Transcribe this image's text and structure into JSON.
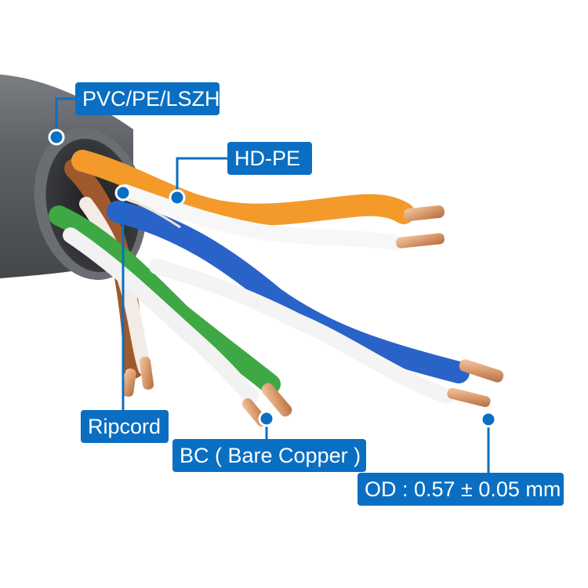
{
  "labels": {
    "jacket": "PVC/PE/LSZH",
    "insulation": "HD-PE",
    "ripcord": "Ripcord",
    "conductor": "BC ( Bare Copper )",
    "outer_diameter": "OD : 0.57 ± 0.05 mm"
  },
  "colors": {
    "label_bg": "#0a6fc2",
    "label_text": "#ffffff",
    "jacket": "#5b5e62",
    "orange": "#f39a2b",
    "blue": "#2a63c8",
    "green": "#3ea844",
    "brown": "#a0592c",
    "copper": "#d99a6c"
  }
}
